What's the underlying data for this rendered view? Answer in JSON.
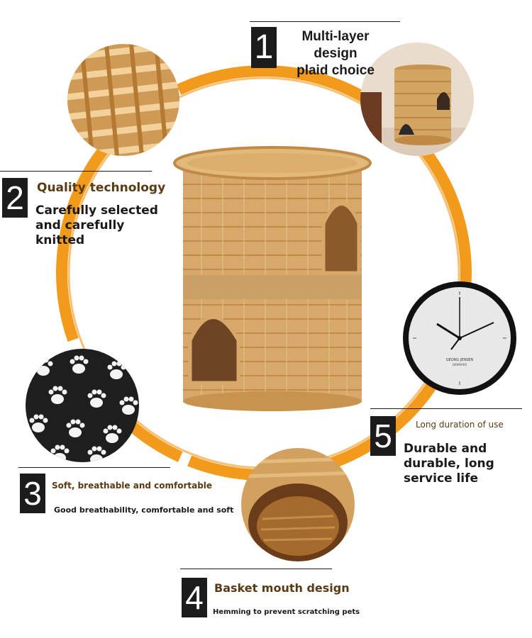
{
  "colors": {
    "accent": "#f19a1c",
    "dark": "#1c1c1c",
    "title_brown": "#5a3a12"
  },
  "features": [
    {
      "number": "1",
      "lines": [
        "Multi-layer",
        "design",
        "plaid choice"
      ]
    },
    {
      "number": "2",
      "title": "Quality technology",
      "desc_lines": [
        "Carefully selected",
        "and carefully",
        "knitted"
      ]
    },
    {
      "number": "3",
      "title": "Soft, breathable and comfortable",
      "desc": "Good breathability, comfortable and soft"
    },
    {
      "number": "4",
      "title": "Basket mouth design",
      "desc": "Hemming to prevent scratching pets"
    },
    {
      "number": "5",
      "title": "Long duration of use",
      "desc_lines": [
        "Durable and",
        "durable, long",
        "service life"
      ]
    }
  ],
  "clock": {
    "brand": "GEORG JENSEN",
    "sub": "DENMARK"
  },
  "images": {
    "weave_texture": "wicker-weave-closeup",
    "product": "two-tier-wicker-cat-basket",
    "room_photo": "basket-in-room-photo",
    "paw_cushion": "paw-print-cushion-fabric",
    "basket_mouth": "basket-rim-closeup",
    "clock": "wall-clock"
  }
}
